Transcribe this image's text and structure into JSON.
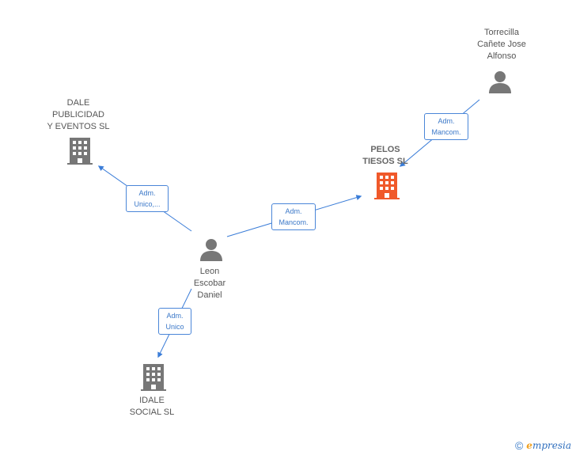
{
  "colors": {
    "edge": "#3b7dd8",
    "building": "#777777",
    "building_highlight": "#f0592a",
    "person": "#777777"
  },
  "nodes": {
    "dale": {
      "lines": [
        "DALE",
        "PUBLICIDAD",
        "Y EVENTOS  SL"
      ],
      "icon": "building-icon"
    },
    "pelos": {
      "lines": [
        "PELOS",
        "TIESOS  SL"
      ],
      "icon": "building-icon"
    },
    "idale": {
      "lines": [
        "IDALE",
        "SOCIAL  SL"
      ],
      "icon": "building-icon"
    },
    "leon": {
      "lines": [
        "Leon",
        "Escobar",
        "Daniel"
      ],
      "icon": "person-icon"
    },
    "torrecilla": {
      "lines": [
        "Torrecilla",
        "Cañete Jose",
        "Alfonso"
      ],
      "icon": "person-icon"
    }
  },
  "edges": {
    "leon_dale": [
      "Adm.",
      "Unico,..."
    ],
    "leon_pelos": [
      "Adm.",
      "Mancom."
    ],
    "torrecilla_pelos": [
      "Adm.",
      "Mancom."
    ],
    "leon_idale": [
      "Adm.",
      "Unico"
    ]
  },
  "footer": {
    "copyright": "©",
    "brand_first": "e",
    "brand_rest": "mpresia"
  }
}
